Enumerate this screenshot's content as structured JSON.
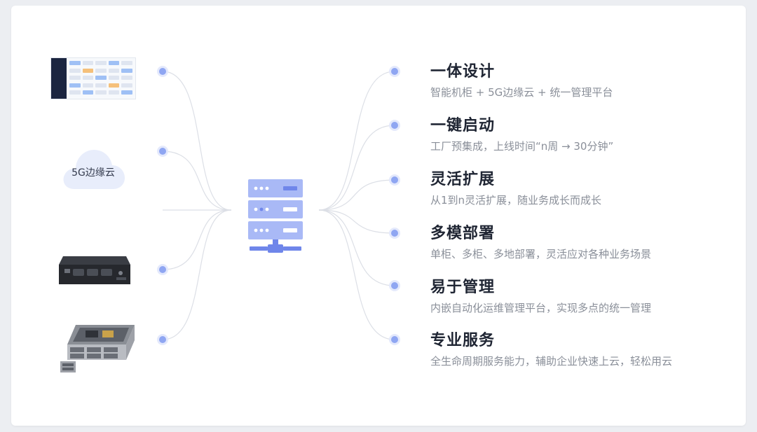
{
  "center": {
    "icon": "server-icon"
  },
  "left_nodes": [
    {
      "name": "dashboard-screenshot",
      "label": ""
    },
    {
      "name": "edge-cloud",
      "label": "5G边缘云"
    },
    {
      "name": "edge-box",
      "label": ""
    },
    {
      "name": "rack-server",
      "label": ""
    }
  ],
  "features": [
    {
      "title": "一体设计",
      "desc": "智能机柜 + 5G边缘云 + 统一管理平台"
    },
    {
      "title": "一键启动",
      "desc": "工厂预集成，上线时间“n周 → 30分钟”"
    },
    {
      "title": "灵活扩展",
      "desc": "从1到n灵活扩展，随业务成长而成长"
    },
    {
      "title": "多模部署",
      "desc": "单柜、多柜、多地部署，灵活应对各种业务场景"
    },
    {
      "title": "易于管理",
      "desc": "内嵌自动化运维管理平台，实现多点的统一管理"
    },
    {
      "title": "专业服务",
      "desc": "全生命周期服务能力，辅助企业快速上云，轻松用云"
    }
  ],
  "colors": {
    "accent": "#8fa6f2",
    "server_dark": "#6f86ea",
    "server_light": "#a9b9f6",
    "title": "#1f2533",
    "desc": "#8a8f99",
    "connector": "#dcdfe6"
  }
}
